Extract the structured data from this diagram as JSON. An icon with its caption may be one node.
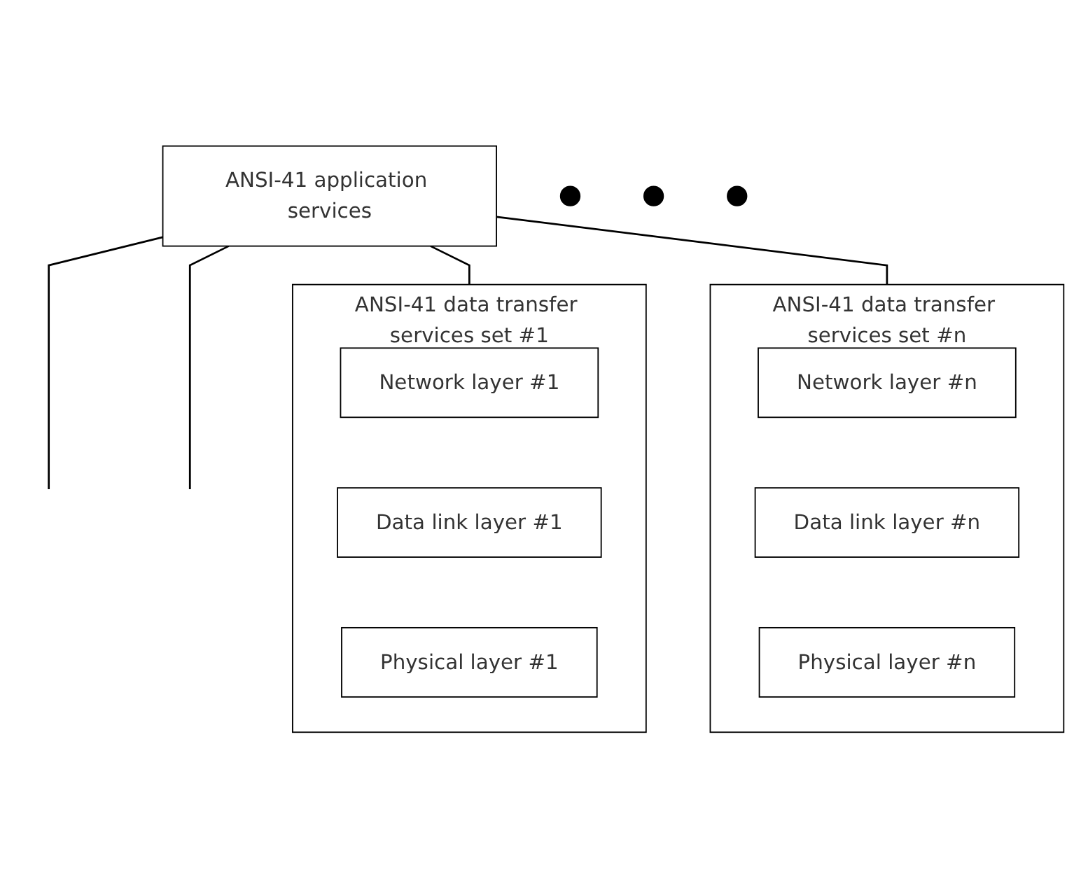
{
  "diagram": {
    "nodes": [
      {
        "text": [
          "ANSI-41 application services"
        ]
      },
      {
        "text": [],
        "shape": "box",
        "beside": [
          "ANSI-41 data transfer services set #1"
        ]
      },
      {
        "text": [
          "Network layer #1"
        ],
        "in": 1
      },
      {
        "text": [
          "Data link layer #1"
        ],
        "in": 1
      },
      {
        "text": [
          "Physical layer #1"
        ],
        "in": 1
      },
      {
        "text": [],
        "shape": "circle"
      },
      {
        "text": [],
        "shape": "circle"
      },
      {
        "text": [],
        "shape": "circle"
      },
      {
        "text": [],
        "shape": "box",
        "beside": [
          "ANSI-41 data transfer services set #n"
        ]
      },
      {
        "text": [
          "Network layer #n"
        ],
        "in": 8
      },
      {
        "text": [
          "Data link layer #n"
        ],
        "in": 8
      },
      {
        "text": [
          "Physical layer #n"
        ],
        "in": 8
      }
    ],
    "edges": [
      {
        "from": 0,
        "to": 1,
        "arrow": "none"
      },
      {
        "from": 0,
        "to": null,
        "arrow": "none"
      },
      {
        "from": 0,
        "to": null,
        "arrow": "none"
      },
      {
        "from": 0,
        "to": 8,
        "arrow": "none"
      }
    ]
  }
}
